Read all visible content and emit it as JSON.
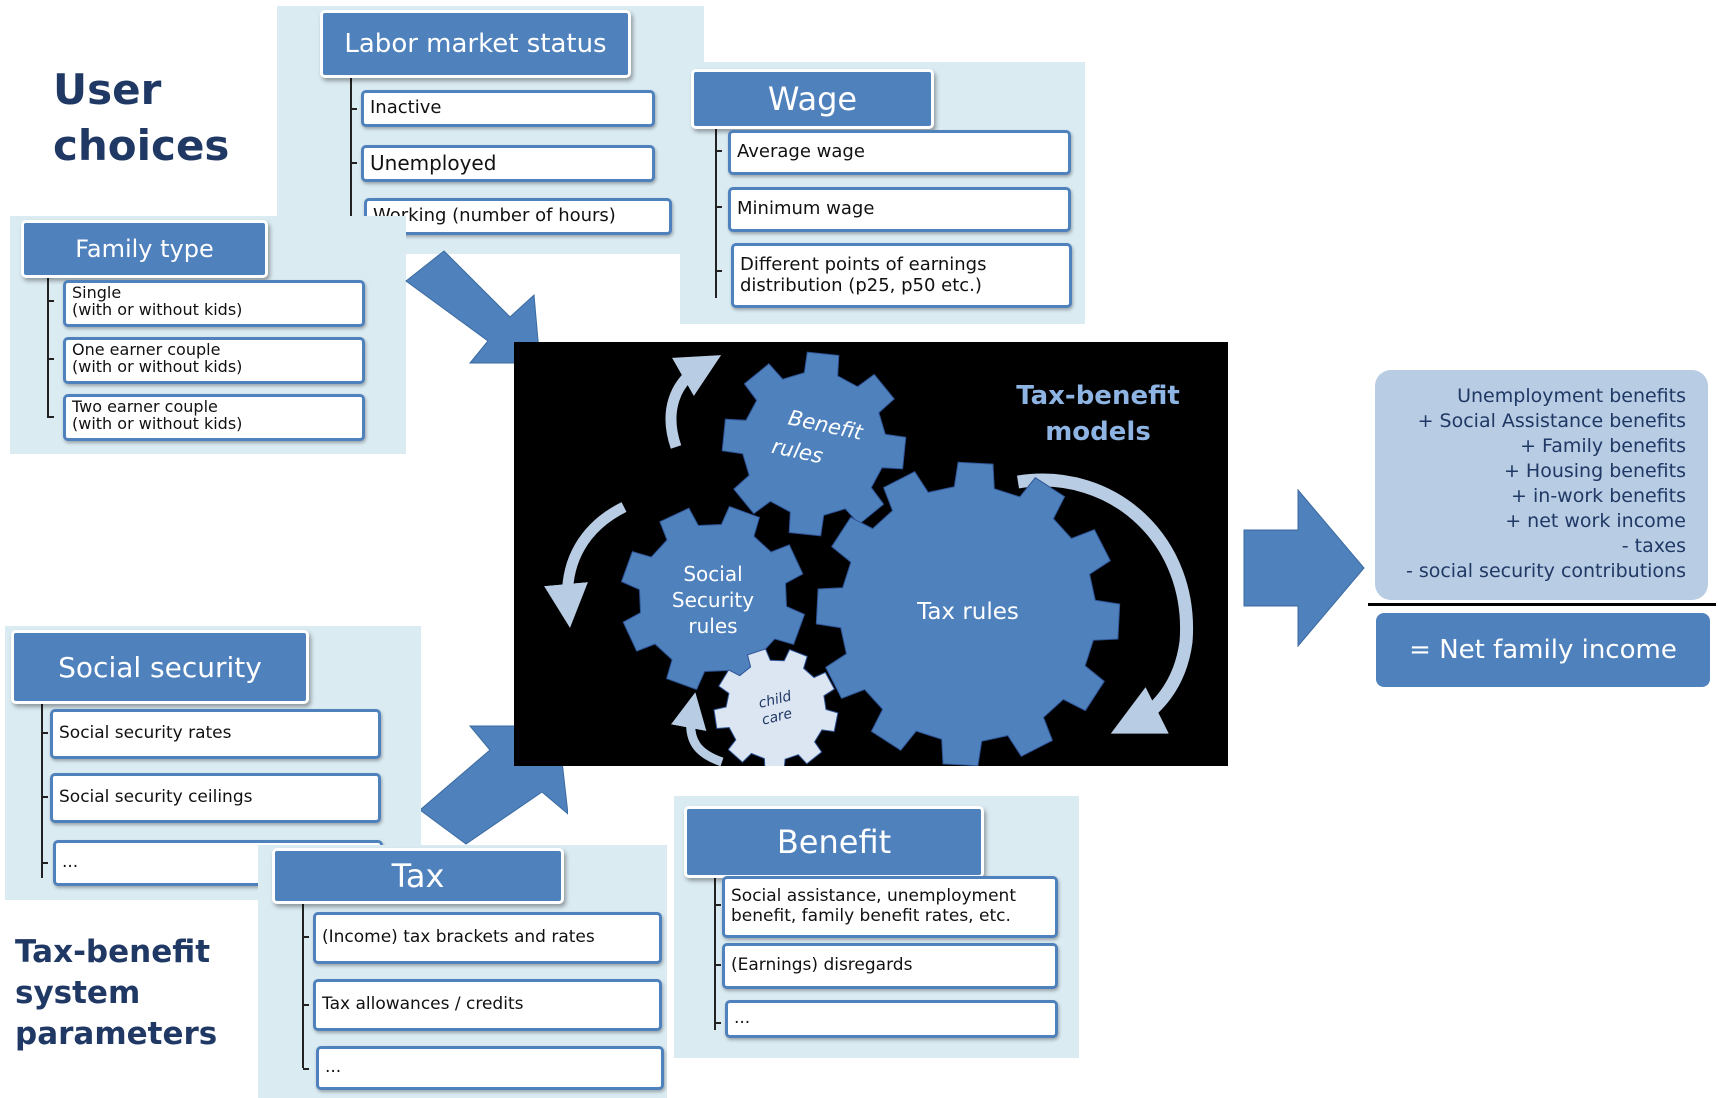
{
  "user_choices_title": [
    "User",
    "choices"
  ],
  "params_title": [
    "Tax-benefit",
    "system",
    "parameters"
  ],
  "labor": {
    "header": "Labor market status",
    "items": [
      "Inactive",
      "Unemployed",
      "Working (number of hours)"
    ]
  },
  "wage": {
    "header": "Wage",
    "items": [
      "Average wage",
      "Minimum wage",
      "Different points of earnings distribution (p25, p50 etc.)"
    ]
  },
  "family": {
    "header": "Family type",
    "items": [
      [
        "Single",
        "(with or without kids)"
      ],
      [
        "One earner couple",
        "(with or without kids)"
      ],
      [
        "Two earner couple",
        "(with or without kids)"
      ]
    ]
  },
  "social_security": {
    "header": "Social security",
    "items": [
      "Social security rates",
      "Social security ceilings",
      "..."
    ]
  },
  "tax": {
    "header": "Tax",
    "items": [
      "(Income) tax brackets and rates",
      "Tax allowances / credits",
      "..."
    ]
  },
  "benefit": {
    "header": "Benefit",
    "items": [
      "Social assistance, unemployment benefit, family benefit rates, etc.",
      "(Earnings) disregards",
      "..."
    ]
  },
  "models": {
    "title": [
      "Tax-benefit",
      "models"
    ],
    "gears": {
      "benefit": [
        "Benefit",
        "rules"
      ],
      "social": [
        "Social",
        "Security",
        "rules"
      ],
      "tax": "Tax rules",
      "child": [
        "child",
        "care"
      ]
    }
  },
  "result": {
    "lines": [
      "Unemployment benefits",
      "+ Social Assistance benefits",
      "+ Family benefits",
      "+ Housing benefits",
      "+ in-work benefits",
      "+ net work income",
      "- taxes",
      "- social security contributions"
    ],
    "net": "= Net family income"
  },
  "colors": {
    "header_blue": "#4f81bd",
    "panel_bg": "#daebf2",
    "title_navy": "#1f3864",
    "gear_blue": "#4f81bd",
    "light_gear": "#dce6f2",
    "result_bg": "#b8cce4"
  }
}
